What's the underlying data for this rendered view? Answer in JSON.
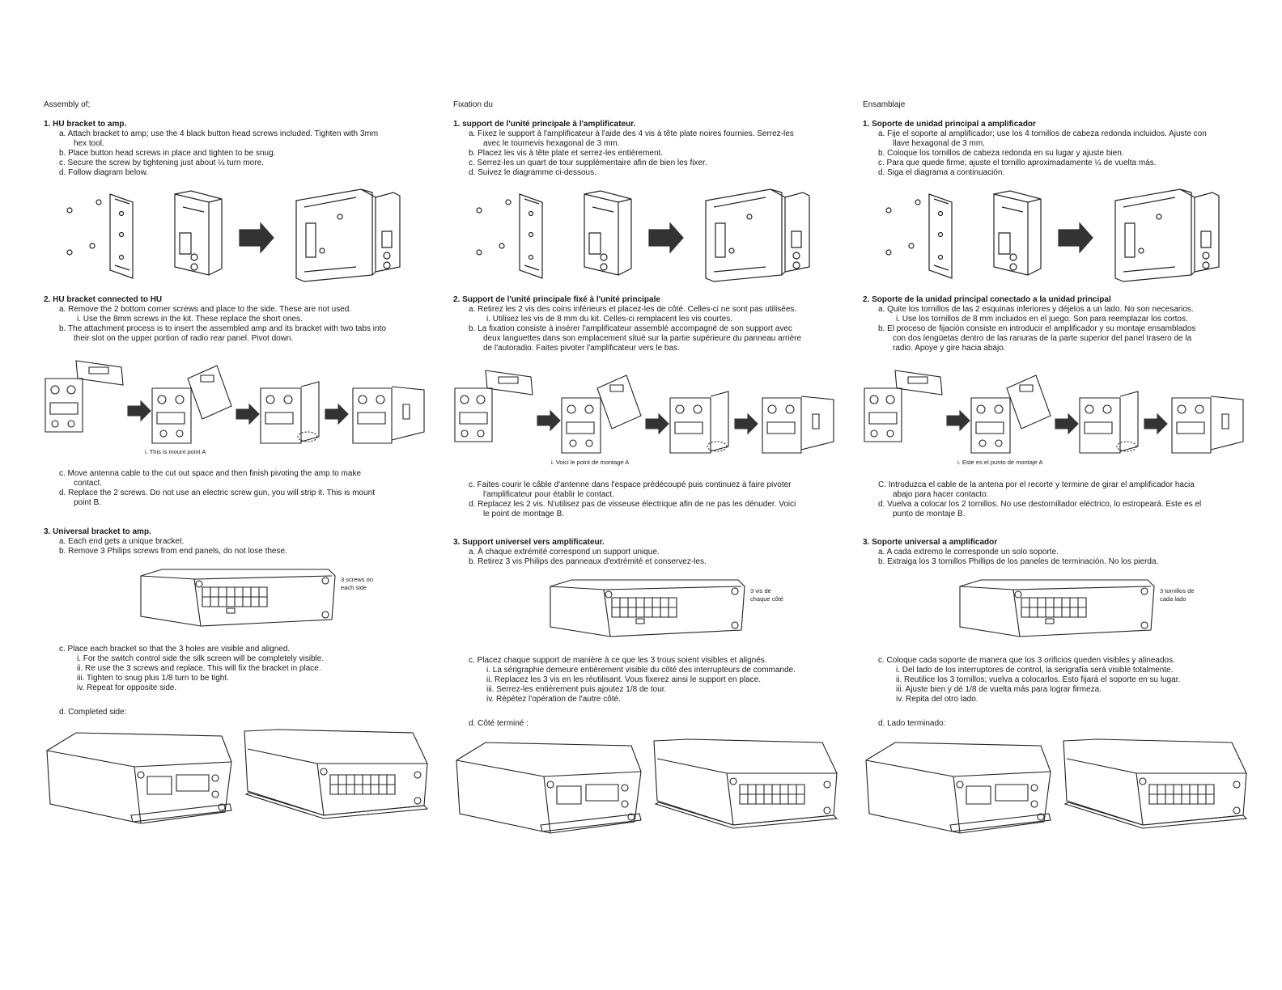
{
  "columns": [
    {
      "heading": "Assembly of;",
      "s1": {
        "title": "1.   HU bracket to amp.",
        "a": "a.   Attach bracket to amp; use the 4 black button head screws included. Tighten with 3mm",
        "a2": "hex tool.",
        "b": "b.   Place button head screws in place and tighten to be snug.",
        "c": "c.   Secure the screw by tightening just about ¼ turn more.",
        "d": "d.   Follow diagram below."
      },
      "s2": {
        "title": "2.   HU bracket connected to HU",
        "a": "a.   Remove the 2 bottom corner screws and place to the side. These are not used.",
        "ai": "i.    Use the 8mm screws in the kit. These replace the short ones.",
        "b": "b.   The attachment process is to insert the assembled amp and its bracket with two tabs into",
        "b2": "their slot on the upper portion of radio rear panel. Pivot down.",
        "b3": "",
        "caption": "i. This is mount point A",
        "c": "c.   Move antenna cable to the cut out space and then finish pivoting the amp to make",
        "c2": "contact.",
        "d": "d.   Replace the 2 screws. Do not use an electric screw gun, you will strip it. This is mount",
        "d2": "point B."
      },
      "s3": {
        "title": "3.   Universal bracket to amp.",
        "a": "a.   Each end gets a unique bracket.",
        "b": "b.   Remove 3 Philips screws from end panels, do not lose these.",
        "note1": "3 screws on",
        "note2": "each side",
        "c": "c.   Place each bracket so that the 3 holes are visible and aligned.",
        "ci": "i.    For the switch control side the silk screen will be completely visible.",
        "cii": "ii.   Re use the 3 screws and replace. This will fix the bracket in place.",
        "ciii": "iii.  Tighten to snug plus 1/8 turn to be tight.",
        "civ": "iv.   Repeat for opposite side.",
        "d": "d.   Completed side:"
      }
    },
    {
      "heading": "Fixation du",
      "s1": {
        "title": "1.   support de l'unité principale à l'amplificateur.",
        "a": "a.   Fixez le support à l'amplificateur à l'aide des 4 vis à tête plate noires fournies. Serrez-les",
        "a2": "avec le tournevis hexagonal de 3 mm.",
        "b": "b.   Placez les vis à tête plate et serrez-les entièrement.",
        "c": "c.   Serrez-les un quart de tour supplémentaire afin de bien les fixer.",
        "d": "d.   Suivez le diagramme ci-dessous."
      },
      "s2": {
        "title": "2.   Support de l'unité principale fixé à l'unité principale",
        "a": "a.   Retirez les 2 vis des coins inférieurs et placez-les de côté. Celles-ci ne sont pas utilisées.",
        "ai": "i.    Utilisez les vis de 8 mm du kit. Celles-ci remplacent les vis courtes.",
        "b": "b.   La fixation consiste à insérer l'amplificateur assemblé accompagné de son support avec",
        "b2": "deux languettes dans son emplacement situé sur la partie supérieure du panneau arrière",
        "b3": "de l'autoradio. Faites pivoter l'amplificateur vers le bas.",
        "caption": "i. Voici le point de montage A",
        "c": "c.   Faites courir le câble d'antenne dans l'espace prédécoupé puis continuez à faire pivoter",
        "c2": "l'amplificateur pour établir le contact.",
        "d": "d.   Replacez les 2 vis. N'utilisez pas de visseuse électrique afin de ne pas les dénuder. Voici",
        "d2": "le point de montage B."
      },
      "s3": {
        "title": "3.   Support universel vers amplificateur.",
        "a": "a.   À chaque extrémité correspond un support unique.",
        "b": "b.   Retirez 3 vis Philips des panneaux d'extrémité et conservez-les.",
        "note1": "3 vis de",
        "note2": "chaque côté",
        "c": "c.   Placez chaque support de manière à ce que les 3 trous soient visibles et alignés.",
        "ci": "i.    La sérigraphie demeure entièrement visible du côté des interrupteurs de commande.",
        "cii": "ii.   Replacez les 3 vis en les réutilisant. Vous fixerez ainsi le support en place.",
        "ciii": "iii.  Serrez-les entièrement puis ajoutez 1/8 de tour.",
        "civ": "iv.   Répétez l'opération de l'autre côté.",
        "d": "d.   Côté terminé :"
      }
    },
    {
      "heading": "Ensamblaje",
      "s1": {
        "title": "1.   Soporte de unidad principal a amplificador",
        "a": "a.   Fije el soporte al amplificador; use los 4 tornillos de cabeza redonda incluidos. Ajuste con",
        "a2": "llave hexagonal de 3 mm.",
        "b": "b.   Coloque los tornillos de cabeza redonda en su lugar y ajuste bien.",
        "c": "c.   Para que quede firme, ajuste el tornillo aproximadamente ¼ de vuelta más.",
        "d": "d.   Siga el diagrama a continuación."
      },
      "s2": {
        "title": "2.   Soporte de la unidad principal conectado a la unidad principal",
        "a": "a.   Quite los tornillos de las 2 esquinas inferiores y déjelos a un lado. No son necesarios.",
        "ai": "i.    Use los tornillos de 8 mm incluidos en el juego. Son para reemplazar los cortos.",
        "b": "b.   El proceso de fijación consiste en introducir el amplificador y su montaje ensamblados",
        "b2": "con dos lengüetas dentro de las ranuras de la parte superior del panel trasero de la",
        "b3": "radio. Apoye y gire hacia abajo.",
        "caption": "i. Este es el punto de montaje A",
        "c": "C.   Introduzca el cable de la antena por el recorte y termine de girar el amplificador hacia",
        "c2": "abajo para hacer contacto.",
        "d": "d.   Vuelva a colocar los 2 tornillos. No use destornillador eléctrico, lo estropeará. Este es el",
        "d2": "punto de montaje B."
      },
      "s3": {
        "title": "3.   Soporte universal a amplificador",
        "a": "a.   A cada extremo le corresponde un solo soporte.",
        "b": "b.   Extraiga los 3 tornillos Phillips de los paneles de terminación. No los pierda.",
        "note1": "3 tornillos de",
        "note2": "cada lado",
        "c": "c.   Coloque cada soporte de manera que los 3 orificios queden visibles y alineados.",
        "ci": "i.    Del lado de los interruptores de control, la serigrafía será visible totalmente.",
        "cii": "ii.   Reutilice los 3 tornillos; vuelva a colocarlos. Esto fijará el soporte en su lugar.",
        "ciii": "iii.  Ajuste bien y dé 1/8 de vuelta más para lograr firmeza.",
        "civ": "iv.   Repita del otro lado.",
        "d": "d.   Lado terminado:"
      }
    }
  ]
}
